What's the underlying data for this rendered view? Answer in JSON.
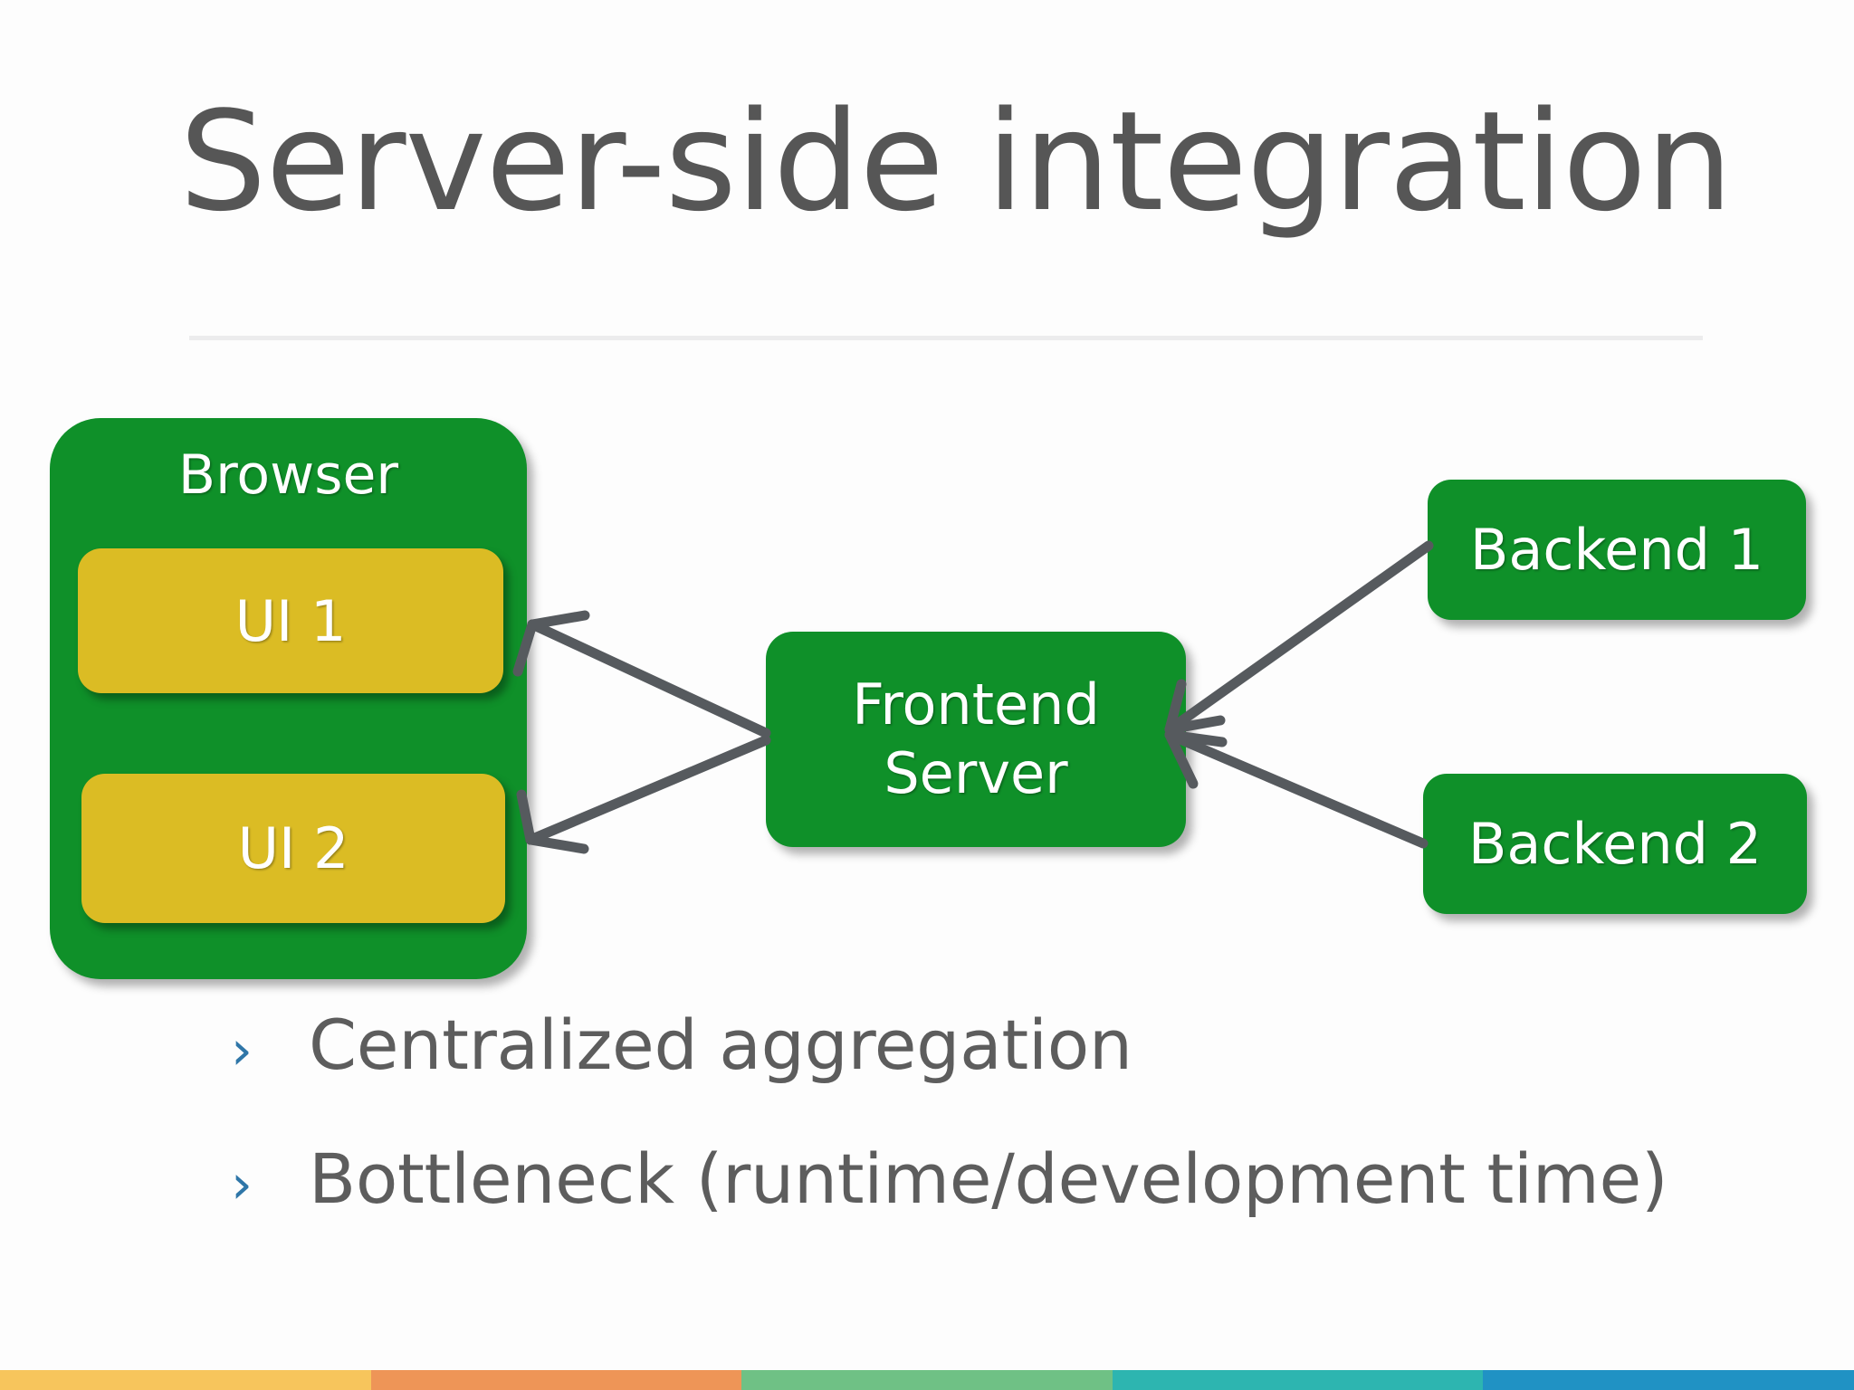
{
  "slide": {
    "title": "Server-side integration",
    "background_color": "#fdfdfd",
    "title_color": "#565656",
    "rule_color": "#ececed"
  },
  "diagram": {
    "browser": {
      "label": "Browser",
      "color": "#0f9029",
      "children": [
        {
          "label": "UI 1",
          "color": "#dbbc24"
        },
        {
          "label": "UI 2",
          "color": "#dbbc24"
        }
      ]
    },
    "frontend": {
      "line1": "Frontend",
      "line2": "Server",
      "color": "#0f9029"
    },
    "backends": [
      {
        "label": "Backend 1",
        "color": "#0f9029"
      },
      {
        "label": "Backend 2",
        "color": "#0f9029"
      }
    ],
    "arrow_color": "#565a5e",
    "arrows": [
      {
        "name": "frontend-to-ui1",
        "from": "Frontend Server",
        "to": "UI 1"
      },
      {
        "name": "frontend-to-ui2",
        "from": "Frontend Server",
        "to": "UI 2"
      },
      {
        "name": "backend1-to-frontend",
        "from": "Backend 1",
        "to": "Frontend Server"
      },
      {
        "name": "backend2-to-frontend",
        "from": "Backend 2",
        "to": "Frontend Server"
      }
    ]
  },
  "bullets": {
    "marker": "›",
    "marker_color": "#2f76a8",
    "text_color": "#5d5d5d",
    "items": [
      {
        "text": "Centralized aggregation"
      },
      {
        "text": "Bottleneck (runtime/development time)"
      }
    ]
  },
  "bottom_bar": {
    "segments": [
      {
        "name": "yellow",
        "color": "#f7c55c"
      },
      {
        "name": "orange",
        "color": "#ee9557"
      },
      {
        "name": "green",
        "color": "#6fc185"
      },
      {
        "name": "teal",
        "color": "#2db5b0"
      },
      {
        "name": "blue",
        "color": "#2092c4"
      }
    ]
  }
}
